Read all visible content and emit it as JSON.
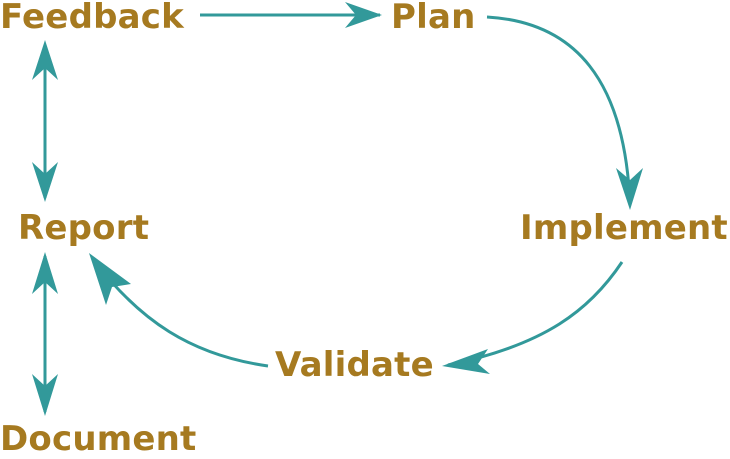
{
  "colors": {
    "label": "#A67A20",
    "arrow": "#32999A"
  },
  "nodes": {
    "feedback": "Feedback",
    "plan": "Plan",
    "report": "Report",
    "implement": "Implement",
    "validate": "Validate",
    "document": "Document"
  }
}
